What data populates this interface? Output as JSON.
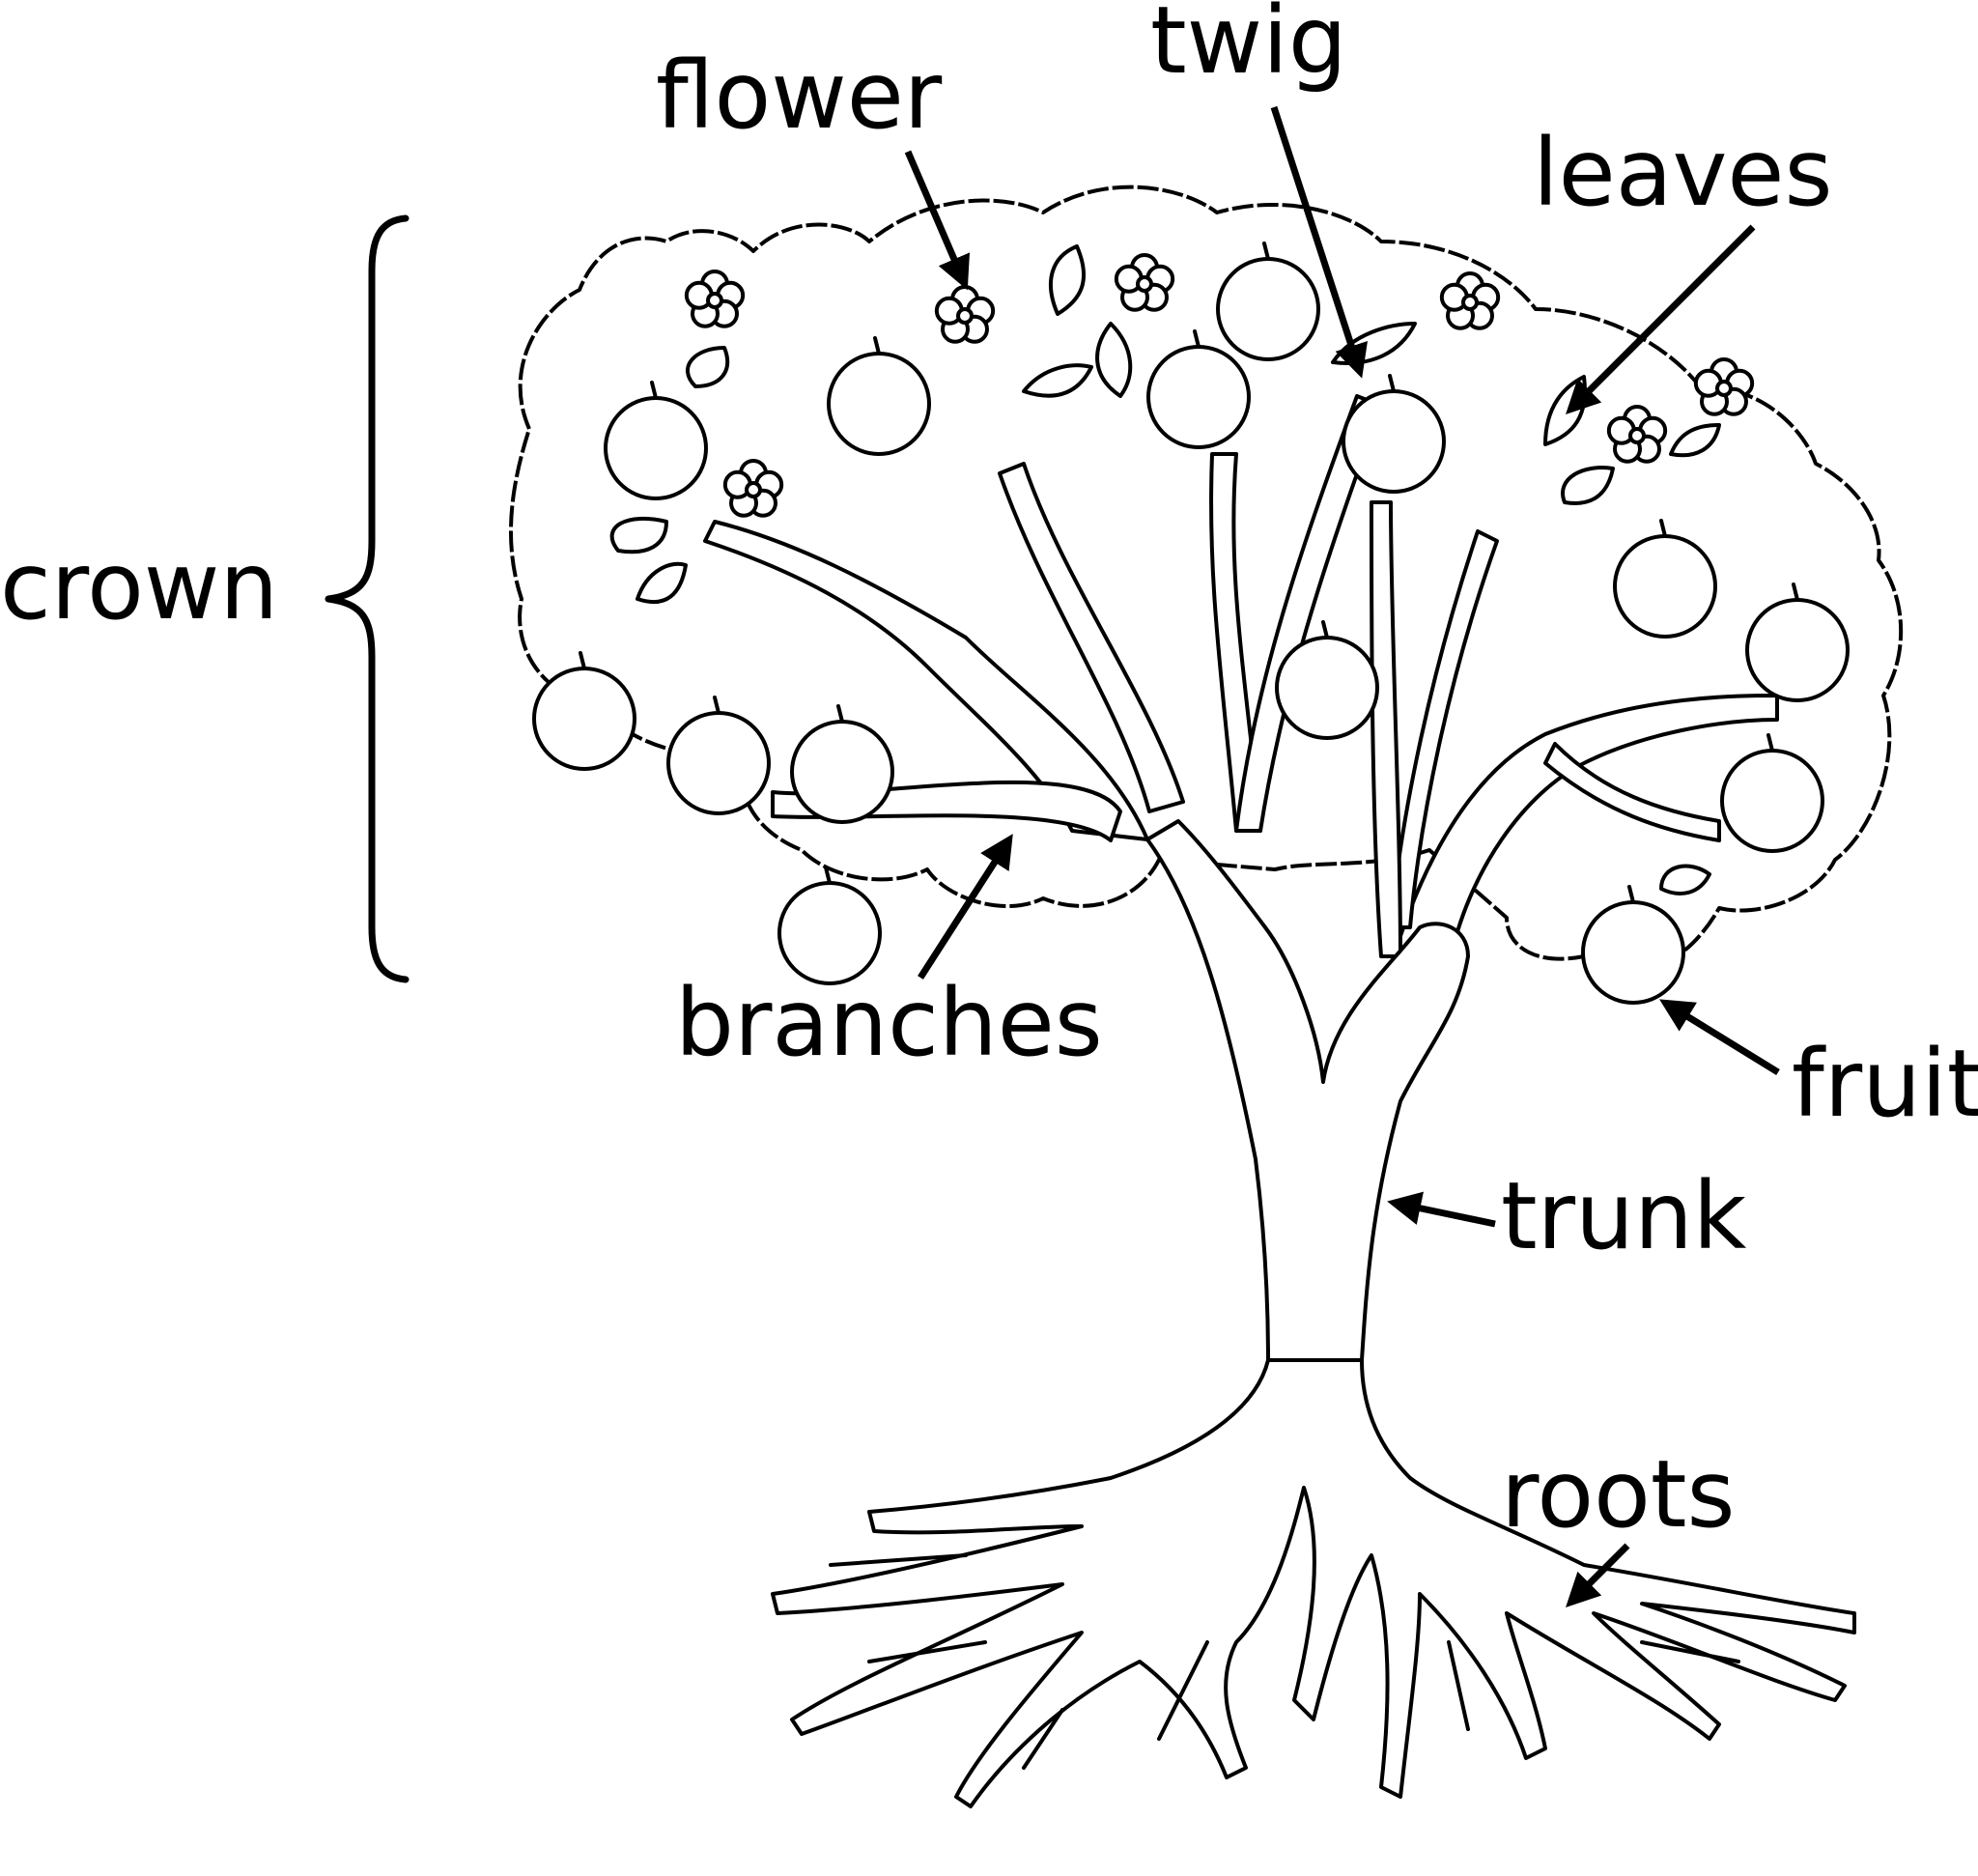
{
  "diagram": {
    "labels": {
      "crown": "crown",
      "flower": "flower",
      "twig": "twig",
      "leaves": "leaves",
      "branches": "branches",
      "fruit": "fruit",
      "trunk": "trunk",
      "roots": "roots"
    },
    "colors": {
      "line": "#000000",
      "background": "#ffffff"
    }
  }
}
